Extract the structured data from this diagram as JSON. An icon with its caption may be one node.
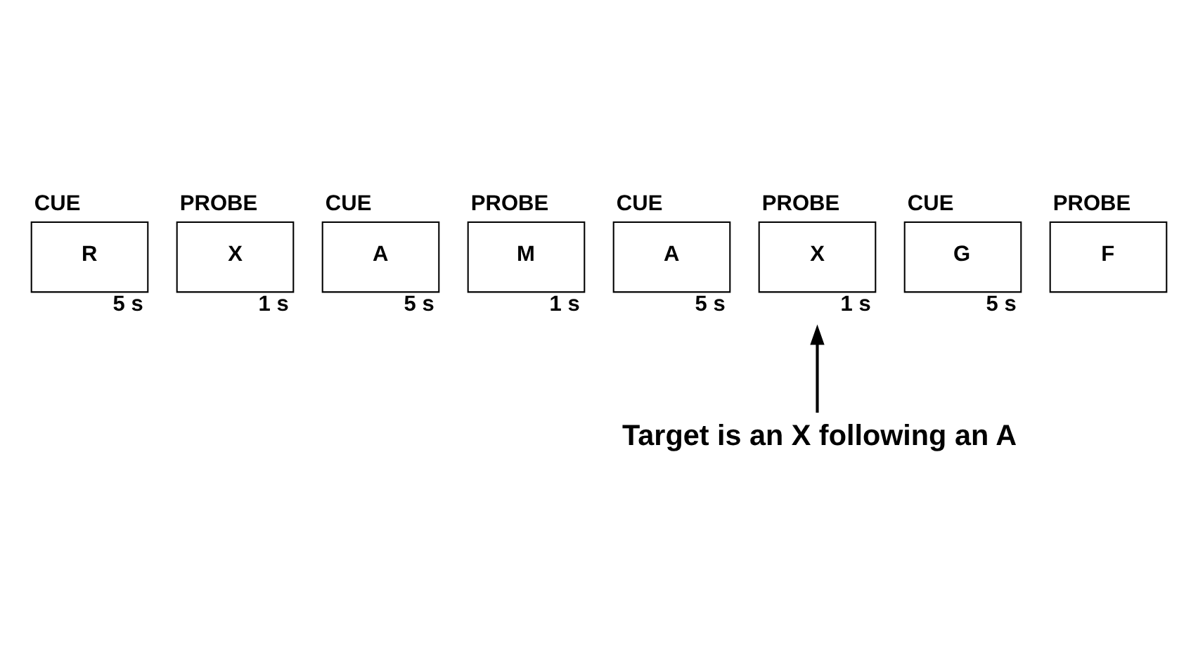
{
  "diagram": {
    "nodes": [
      {
        "text": [
          "R"
        ],
        "beside": [
          "CUE",
          "5 s"
        ]
      },
      {
        "text": [
          "X"
        ],
        "beside": [
          "PROBE",
          "1 s"
        ]
      },
      {
        "text": [
          "A"
        ],
        "beside": [
          "CUE",
          "5 s"
        ]
      },
      {
        "text": [
          "M"
        ],
        "beside": [
          "PROBE",
          "1 s"
        ]
      },
      {
        "text": [
          "A"
        ],
        "beside": [
          "CUE",
          "5 s"
        ]
      },
      {
        "text": [
          "X"
        ],
        "beside": [
          "PROBE",
          "1 s"
        ]
      },
      {
        "text": [
          "G"
        ],
        "beside": [
          "CUE",
          "5 s"
        ]
      },
      {
        "text": [
          "F"
        ],
        "beside": [
          "PROBE"
        ]
      },
      {
        "text": [
          "Target is an X following an A"
        ]
      }
    ],
    "edges": [
      {
        "from": 8,
        "to": 5,
        "arrow": "to"
      }
    ]
  }
}
